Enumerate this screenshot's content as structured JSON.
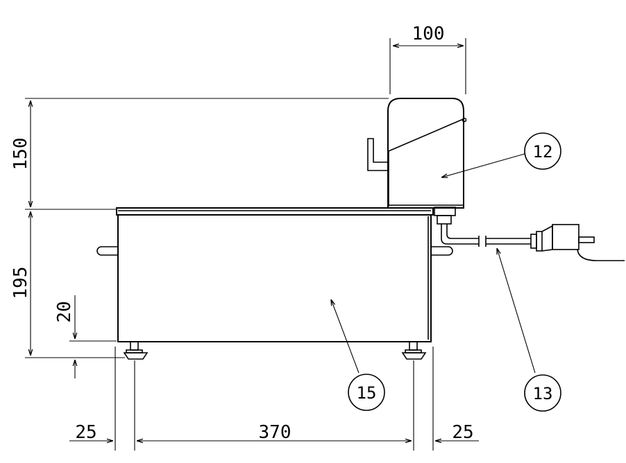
{
  "dimensions": {
    "control_box_width": "100",
    "control_box_height": "150",
    "tank_height": "195",
    "foot_height": "20",
    "left_overhang": "25",
    "foot_spacing": "370",
    "right_overhang": "25"
  },
  "callouts": {
    "control_box": "12",
    "power_cord": "13",
    "tank_body": "15"
  }
}
